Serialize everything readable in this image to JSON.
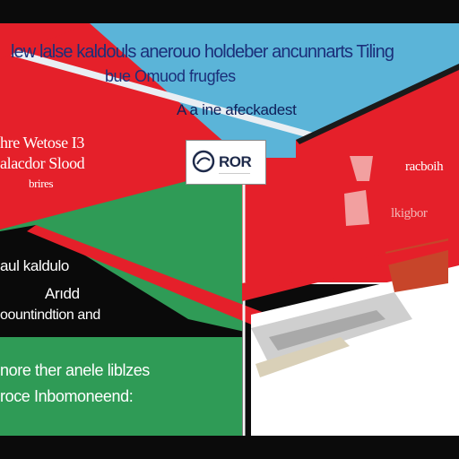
{
  "headline": {
    "title": "lew lalse kaldouls anerouo holdeber ancunnarts Tiling",
    "subtitle": "bue Omuod frugfes",
    "tagline": "A a ine afeckadest"
  },
  "logo": {
    "word": "ROR",
    "sub": "———————",
    "icon": "circle-logo-icon"
  },
  "left_panel": {
    "line1": "hre Wetose I3",
    "line2": "alacdor Slood",
    "line3": "brires"
  },
  "right_panel": {
    "line1": "racboih",
    "line2": "lkigbor"
  },
  "black_panel": {
    "line1": "aul kaldulo",
    "line2": "Arıdd",
    "line3": "oountindtion and"
  },
  "green_panel": {
    "line1": "nore ther anele liblzes",
    "line2": "roce Inbomoneend:"
  },
  "colors": {
    "frame": "#0b0b0b",
    "blue": "#5bb4d8",
    "red": "#e5202a",
    "green": "#2f9b56",
    "black": "#0a0a0a",
    "grey": "#cfcfcf"
  }
}
